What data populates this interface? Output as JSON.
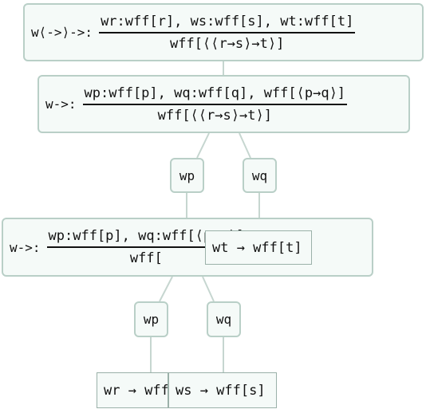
{
  "rule1": {
    "name": "w⟨->⟩->:",
    "premises": "wr:wff[r], ws:wff[s], wt:wff[t]",
    "conclusion": "wff[⟨⟨r→s⟩→t⟩]"
  },
  "rule2": {
    "name": "w->:",
    "premises": "wp:wff[p], wq:wff[q], wff[⟨p→q⟩]",
    "conclusion": "wff[⟨⟨r→s⟩→t⟩]"
  },
  "pill_wp_1": "wp",
  "pill_wq_1": "wq",
  "rule3": {
    "name": "w->:",
    "premises": "wp:wff[p], wq:w",
    "premises_tail": "ff[⟨p→q⟩]",
    "conclusion": "wff["
  },
  "overlay_wt": "wt → wff[t]",
  "pill_wp_2": "wp",
  "pill_wq_2": "wq",
  "leaf_wr": "wr → wff",
  "leaf_ws": "ws → wff[s]"
}
